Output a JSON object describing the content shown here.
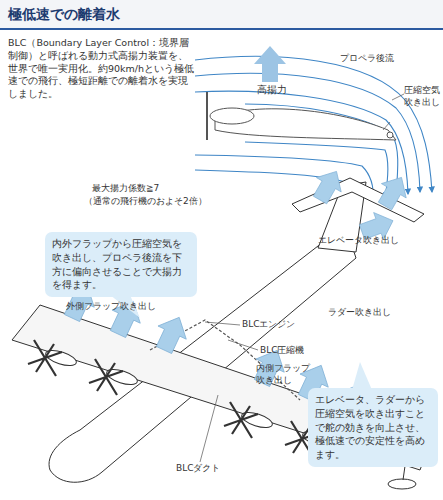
{
  "diagram": {
    "title": "極低速での離着水",
    "nodes": [
      {
        "text": [
          "内外フラップから圧縮空気を吹き出し、プロペラ後流を下方に偏向させることで大揚力を得ます。"
        ]
      },
      {
        "text": [
          "エレベータ、ラダーから圧縮空気を吹き出すことで舵の効きを向上させ、極低速での安定性を高めます。"
        ]
      }
    ],
    "labels": [
      "BLC（Boundary Layer Control：境界層制御）と呼ばれる動力式高揚力装置を、世界で唯一実用化。約90km/hという極低速での飛行、極短距離での離着水を実現しました。",
      "高揚力",
      "プロペラ後流",
      "圧縮空気吹き出し",
      "最大揚力係数≧7",
      "（通常の飛行機のおよそ2倍）",
      "エレベータ吹き出し",
      "外側フラップ吹き出し",
      "BLCエンジン",
      "BLC圧縮機",
      "ラダー吹き出し",
      "内側フラップ吹き出し",
      "BLCダクト"
    ]
  }
}
